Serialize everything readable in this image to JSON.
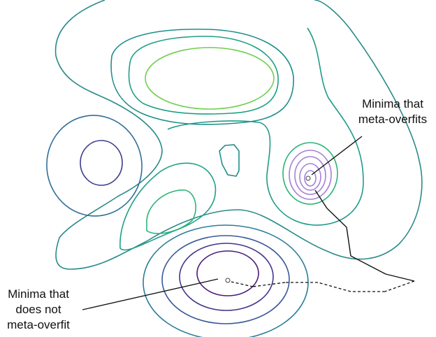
{
  "figure": {
    "type": "contour-loss-landscape",
    "labels": {
      "overfit_minimum": {
        "line1": "Minima that",
        "line2": "meta-overfits"
      },
      "good_minimum": {
        "line1": "Minima that",
        "line2": "does not",
        "line3": "meta-overfit"
      }
    },
    "paths": [
      {
        "name": "solid-path",
        "style": "solid",
        "target": "overfit_minimum"
      },
      {
        "name": "dashed-path",
        "style": "dashed",
        "target": "good_minimum"
      }
    ],
    "colors": {
      "outer": "#2a8a8a",
      "mid_teal": "#1f9a8a",
      "green": "#2db37a",
      "light_green": "#6fcf50",
      "blue": "#3a5a9a",
      "indigo": "#3b3b8a",
      "purple": "#4b1a78",
      "lilac": "#a67fd8",
      "arrow": "#111111"
    }
  }
}
